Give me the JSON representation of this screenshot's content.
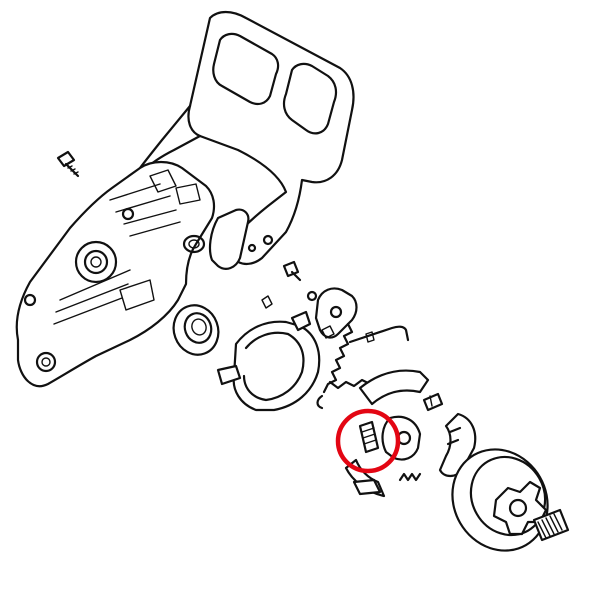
{
  "diagram": {
    "type": "exploded-parts-line-drawing",
    "colors": {
      "ink": "#111111",
      "background": "#ffffff",
      "highlight": "#e30613"
    },
    "highlight": {
      "shape": "circle",
      "target": "clutch-spring"
    },
    "parts": [
      "crankcase",
      "hand-guard",
      "collar-screw",
      "oil-seal",
      "brake-band",
      "brake-lever",
      "tension-spring",
      "clutch-shoe",
      "clutch-spring",
      "clutch-carrier",
      "clutch-drum",
      "needle-cage"
    ]
  }
}
